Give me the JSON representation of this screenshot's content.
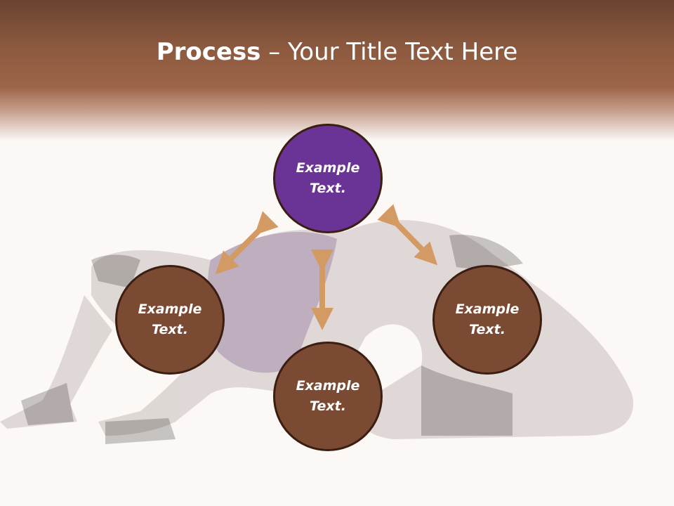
{
  "slide": {
    "title_bold": "Process",
    "title_rest": " – Your Title Text Here"
  },
  "diagram": {
    "nodes": [
      {
        "id": "top",
        "label": "Example Text.",
        "color": "#6a3497"
      },
      {
        "id": "left",
        "label": "Example Text.",
        "color": "#7a4a33"
      },
      {
        "id": "right",
        "label": "Example Text.",
        "color": "#7a4a33"
      },
      {
        "id": "bottom",
        "label": "Example Text.",
        "color": "#7a4a33"
      }
    ],
    "arrow_color": "#d49a63",
    "background_image": "faded dancer photo"
  }
}
